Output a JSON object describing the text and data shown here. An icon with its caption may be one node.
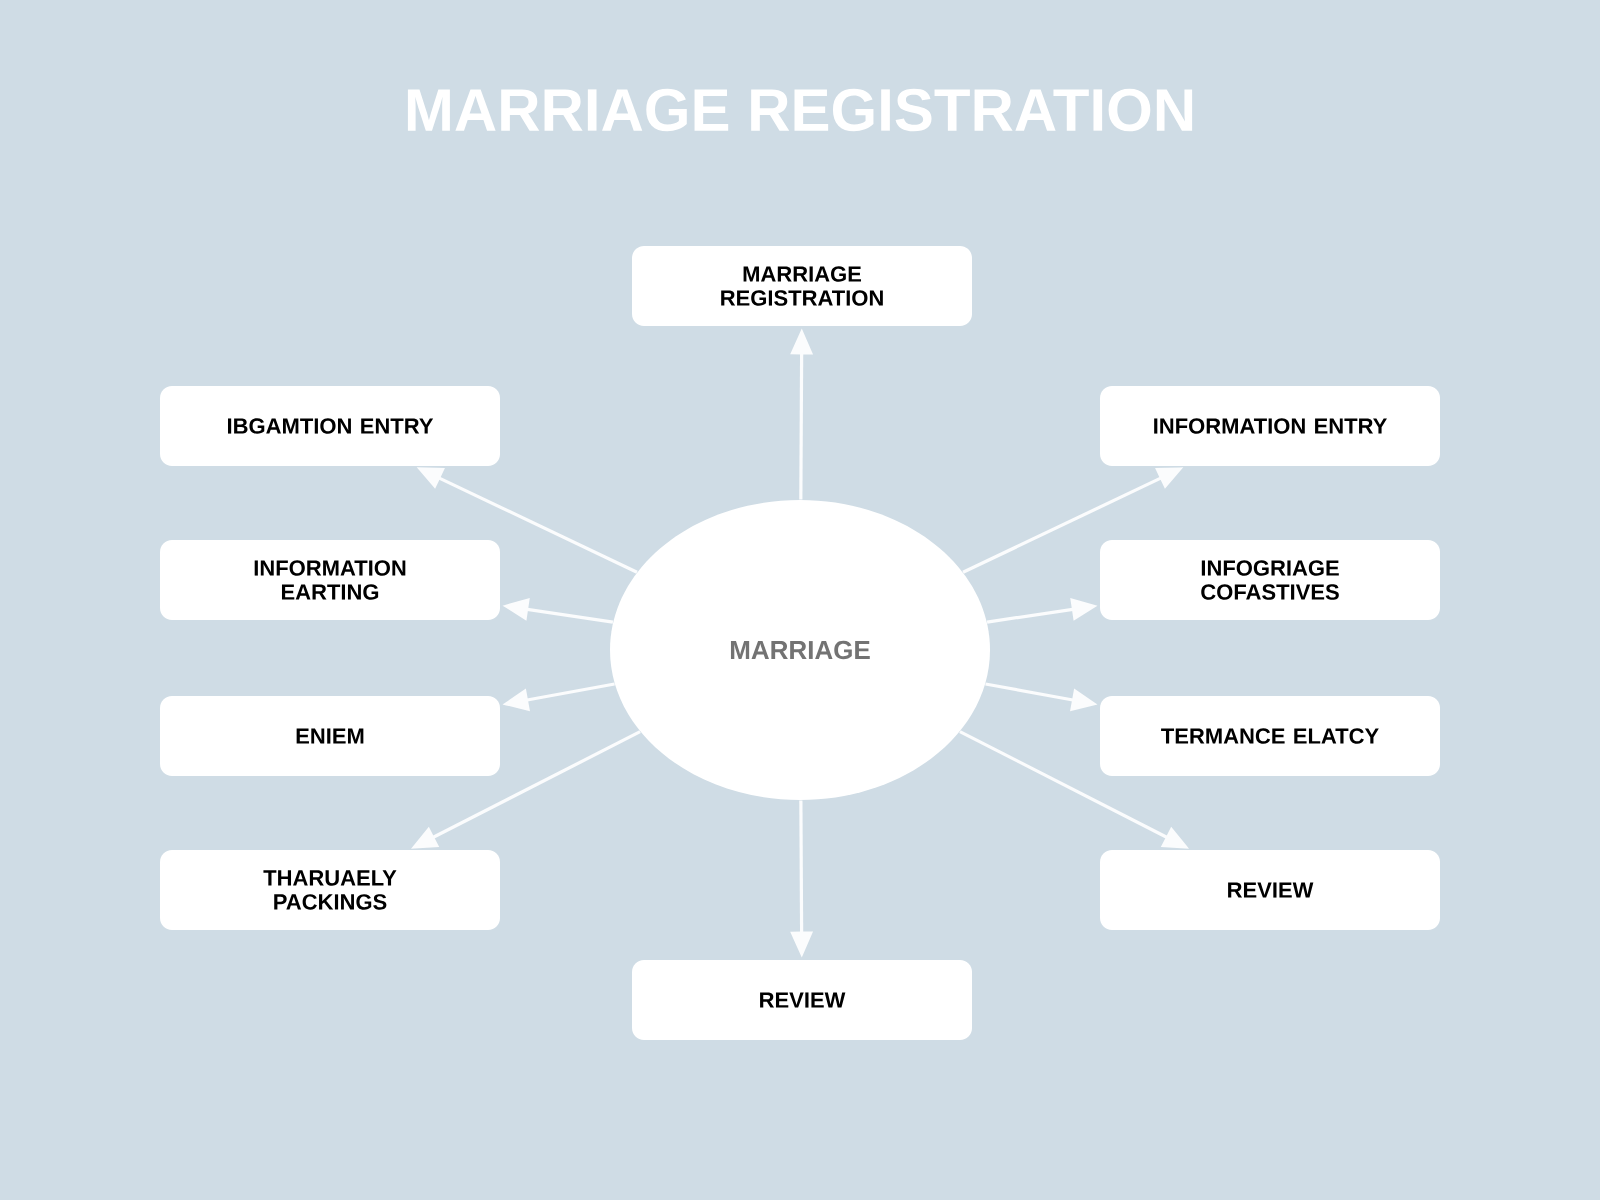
{
  "diagram": {
    "title": "MARRIAGE REGISTRATION",
    "nodes": [
      {
        "text": [
          "MARRIAGE"
        ]
      },
      {
        "text": [
          "MARRIAGE REGISTRATION"
        ]
      },
      {
        "text": [
          "IBGAMTION ENTRY"
        ]
      },
      {
        "text": [
          "INFORMATION ENTRY"
        ]
      },
      {
        "text": [
          "INFORMATION EARTING"
        ]
      },
      {
        "text": [
          "INFOGRIAGE COFASTIVES"
        ]
      },
      {
        "text": [
          "ENIEM"
        ]
      },
      {
        "text": [
          "TERMANCE ELATCY"
        ]
      },
      {
        "text": [
          "THARUAELY PACKINGS"
        ]
      },
      {
        "text": [
          "REVIEW"
        ]
      },
      {
        "text": [
          "REVIEW"
        ]
      }
    ],
    "edges": [
      {
        "from": 0,
        "to": 1,
        "arrow": "to"
      },
      {
        "from": 0,
        "to": 2,
        "arrow": "to"
      },
      {
        "from": 0,
        "to": 3,
        "arrow": "to"
      },
      {
        "from": 0,
        "to": 4,
        "arrow": "to"
      },
      {
        "from": 0,
        "to": 5,
        "arrow": "to"
      },
      {
        "from": 0,
        "to": 6,
        "arrow": "to"
      },
      {
        "from": 0,
        "to": 7,
        "arrow": "to"
      },
      {
        "from": 0,
        "to": 8,
        "arrow": "to"
      },
      {
        "from": 0,
        "to": 9,
        "arrow": "to"
      },
      {
        "from": 0,
        "to": 10,
        "arrow": "to"
      }
    ]
  }
}
